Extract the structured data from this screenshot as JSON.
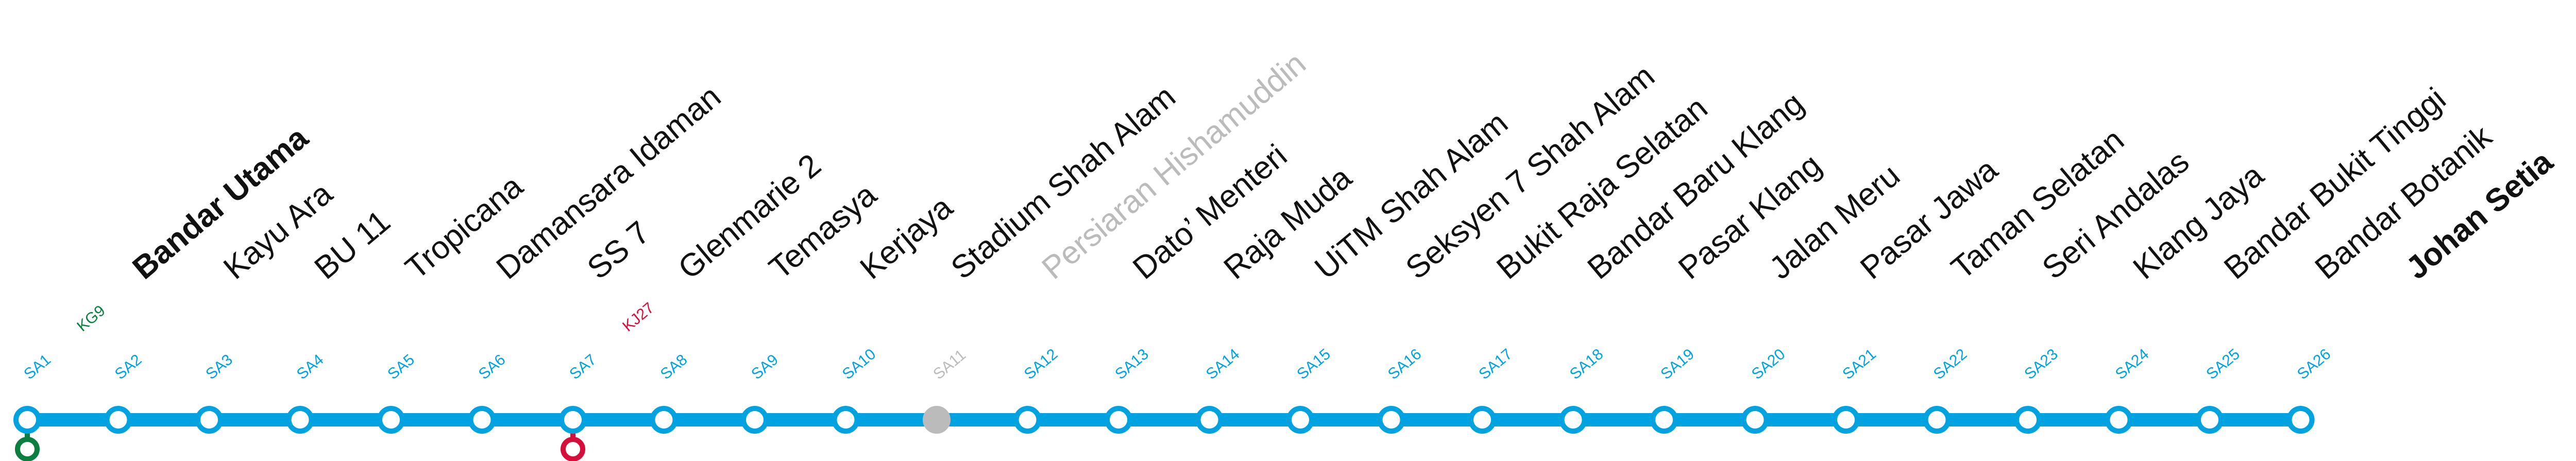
{
  "line": {
    "color": "#00a3e0",
    "closed_color": "#bbbbbb",
    "stations": [
      {
        "code": "SA1",
        "name": "Bandar Utama",
        "terminus": true,
        "interchange": {
          "code": "KG9",
          "color": "#0b7f3f"
        }
      },
      {
        "code": "SA2",
        "name": "Kayu Ara"
      },
      {
        "code": "SA3",
        "name": "BU 11"
      },
      {
        "code": "SA4",
        "name": "Tropicana"
      },
      {
        "code": "SA5",
        "name": "Damansara Idaman"
      },
      {
        "code": "SA6",
        "name": "SS 7"
      },
      {
        "code": "SA7",
        "name": "Glenmarie 2",
        "interchange": {
          "code": "KJ27",
          "color": "#d50f3a"
        }
      },
      {
        "code": "SA8",
        "name": "Temasya"
      },
      {
        "code": "SA9",
        "name": "Kerjaya"
      },
      {
        "code": "SA10",
        "name": "Stadium Shah Alam"
      },
      {
        "code": "SA11",
        "name": "Persiaran Hishamuddin",
        "closed": true
      },
      {
        "code": "SA12",
        "name": "Dato’ Menteri"
      },
      {
        "code": "SA13",
        "name": "Raja Muda"
      },
      {
        "code": "SA14",
        "name": "UiTM Shah Alam"
      },
      {
        "code": "SA15",
        "name": "Seksyen 7 Shah Alam"
      },
      {
        "code": "SA16",
        "name": "Bukit Raja Selatan"
      },
      {
        "code": "SA17",
        "name": "Bandar Baru Klang"
      },
      {
        "code": "SA18",
        "name": "Pasar Klang"
      },
      {
        "code": "SA19",
        "name": "Jalan Meru"
      },
      {
        "code": "SA20",
        "name": "Pasar Jawa"
      },
      {
        "code": "SA21",
        "name": "Taman Selatan"
      },
      {
        "code": "SA22",
        "name": "Seri Andalas"
      },
      {
        "code": "SA23",
        "name": "Klang Jaya"
      },
      {
        "code": "SA24",
        "name": "Bandar Bukit Tinggi"
      },
      {
        "code": "SA25",
        "name": "Bandar Botanik"
      },
      {
        "code": "SA26",
        "name": "Johan Setia",
        "terminus": true
      }
    ]
  }
}
